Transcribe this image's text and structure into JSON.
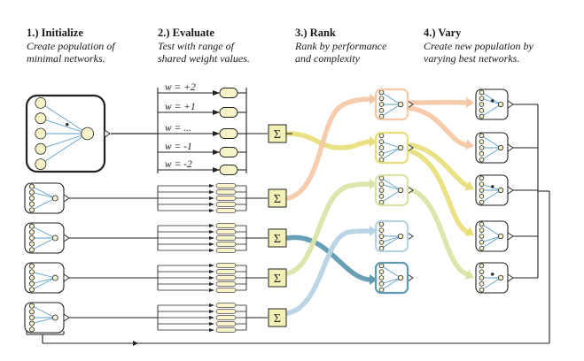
{
  "steps": [
    {
      "title": "1.) Initialize",
      "line1": "Create population of",
      "line2": "minimal networks."
    },
    {
      "title": "2.) Evaluate",
      "line1": "Test with range of",
      "line2": "shared weight values."
    },
    {
      "title": "3.) Rank",
      "line1": "Rank by performance",
      "line2": "and complexity"
    },
    {
      "title": "4.) Vary",
      "line1": "Create new population by",
      "line2": "varying best networks."
    }
  ],
  "weights": [
    "w =  +2",
    "w =  +1",
    "w =  ...",
    "w =  -1",
    "w =  -2"
  ],
  "sum_symbol": "Σ",
  "colors": {
    "orange": "#f5c9a8",
    "yellow": "#e8df7c",
    "lime": "#d9e4a8",
    "lightblue": "#b7d3e3",
    "teal": "#5f9bb1",
    "sumbox": "#f3f1b8",
    "ellipse": "#f7f3c8",
    "network": "#5b9fcc",
    "stroke": "#222222"
  }
}
